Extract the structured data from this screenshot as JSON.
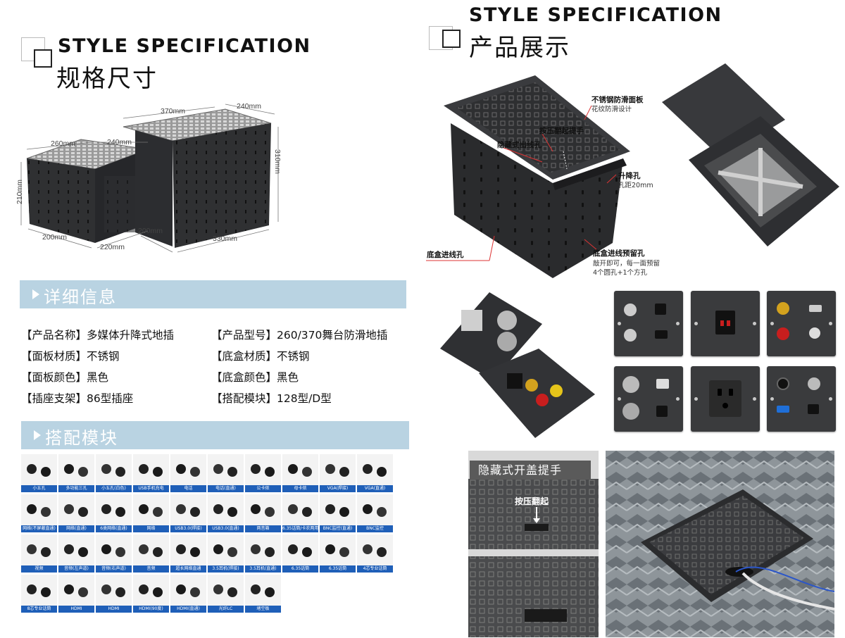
{
  "left_heading": {
    "en": "STYLE SPECIFICATION",
    "cn": "规格尺寸"
  },
  "right_heading": {
    "en": "STYLE SPECIFICATION",
    "cn": "产品展示"
  },
  "dimensions": {
    "small_top_width": "260mm",
    "small_top_depth": "240mm",
    "small_height": "210mm",
    "small_bottom_depth": "200mm",
    "small_bottom_width": "220mm",
    "large_top_width": "370mm",
    "large_top_depth": "240mm",
    "large_height": "310mm",
    "large_bottom_depth": "200mm",
    "large_bottom_width": "330mm"
  },
  "detail_section": {
    "title": "详细信息"
  },
  "specs_left": [
    "【产品名称】多媒体升降式地插",
    "【面板材质】不锈钢",
    "【面板颜色】黑色",
    "【插座支架】86型插座"
  ],
  "specs_right": [
    "【产品型号】260/370舞台防滑地插",
    "【底盒材质】不锈钢",
    "【底盒颜色】黑色",
    "【搭配模块】128型/D型"
  ],
  "modules_section": {
    "title": "搭配模块"
  },
  "modules": [
    "小五孔",
    "多功能三孔",
    "小五孔(白色)",
    "USB手机充电",
    "电话",
    "电话(直通)",
    "公卡侬",
    "母卡侬",
    "VGA(焊接)",
    "VGA(直通)",
    "网络(不屏蔽直通)",
    "网络(直通)",
    "6类网络(直通)",
    "网络",
    "USB3.0(焊接)",
    "USB3.0(直通)",
    "两音箱",
    "6.35话筒/卡农两用",
    "BNC监控(直通)",
    "BNC监控",
    "视频",
    "音频(左声道)",
    "音频(右声道)",
    "音频",
    "超长网络直通",
    "3.5耳机(焊接)",
    "3.5耳机(直通)",
    "6.35话筒",
    "6.35话筒",
    "4芯专业话筒",
    "8芯专业话筒",
    "HDMI",
    "HDMI",
    "HDMI(90度)",
    "HDMI(直通)",
    "光纤LC",
    "堵空板"
  ],
  "callouts": {
    "panel": "不锈钢防滑面板",
    "panel_sub": "花纹防滑设计",
    "press": "按压翻起提手",
    "hidden_outlet": "隐藏式出线孔",
    "lift_hole": "升降孔",
    "lift_hole_sub": "孔距20mm",
    "box_wire": "底盒进线孔",
    "box_reserved": "底盒进线预留孔",
    "box_reserved_sub1": "敲开即可，每一面预留",
    "box_reserved_sub2": "4个圆孔+1个方孔"
  },
  "photo_labels": {
    "hidden_handle": "隐藏式开盖提手",
    "press_pop": "按压翻起"
  },
  "colors": {
    "bar": "#b9d3e2",
    "module_caption": "#1f5fb8",
    "product_black": "#2b2c2e"
  }
}
